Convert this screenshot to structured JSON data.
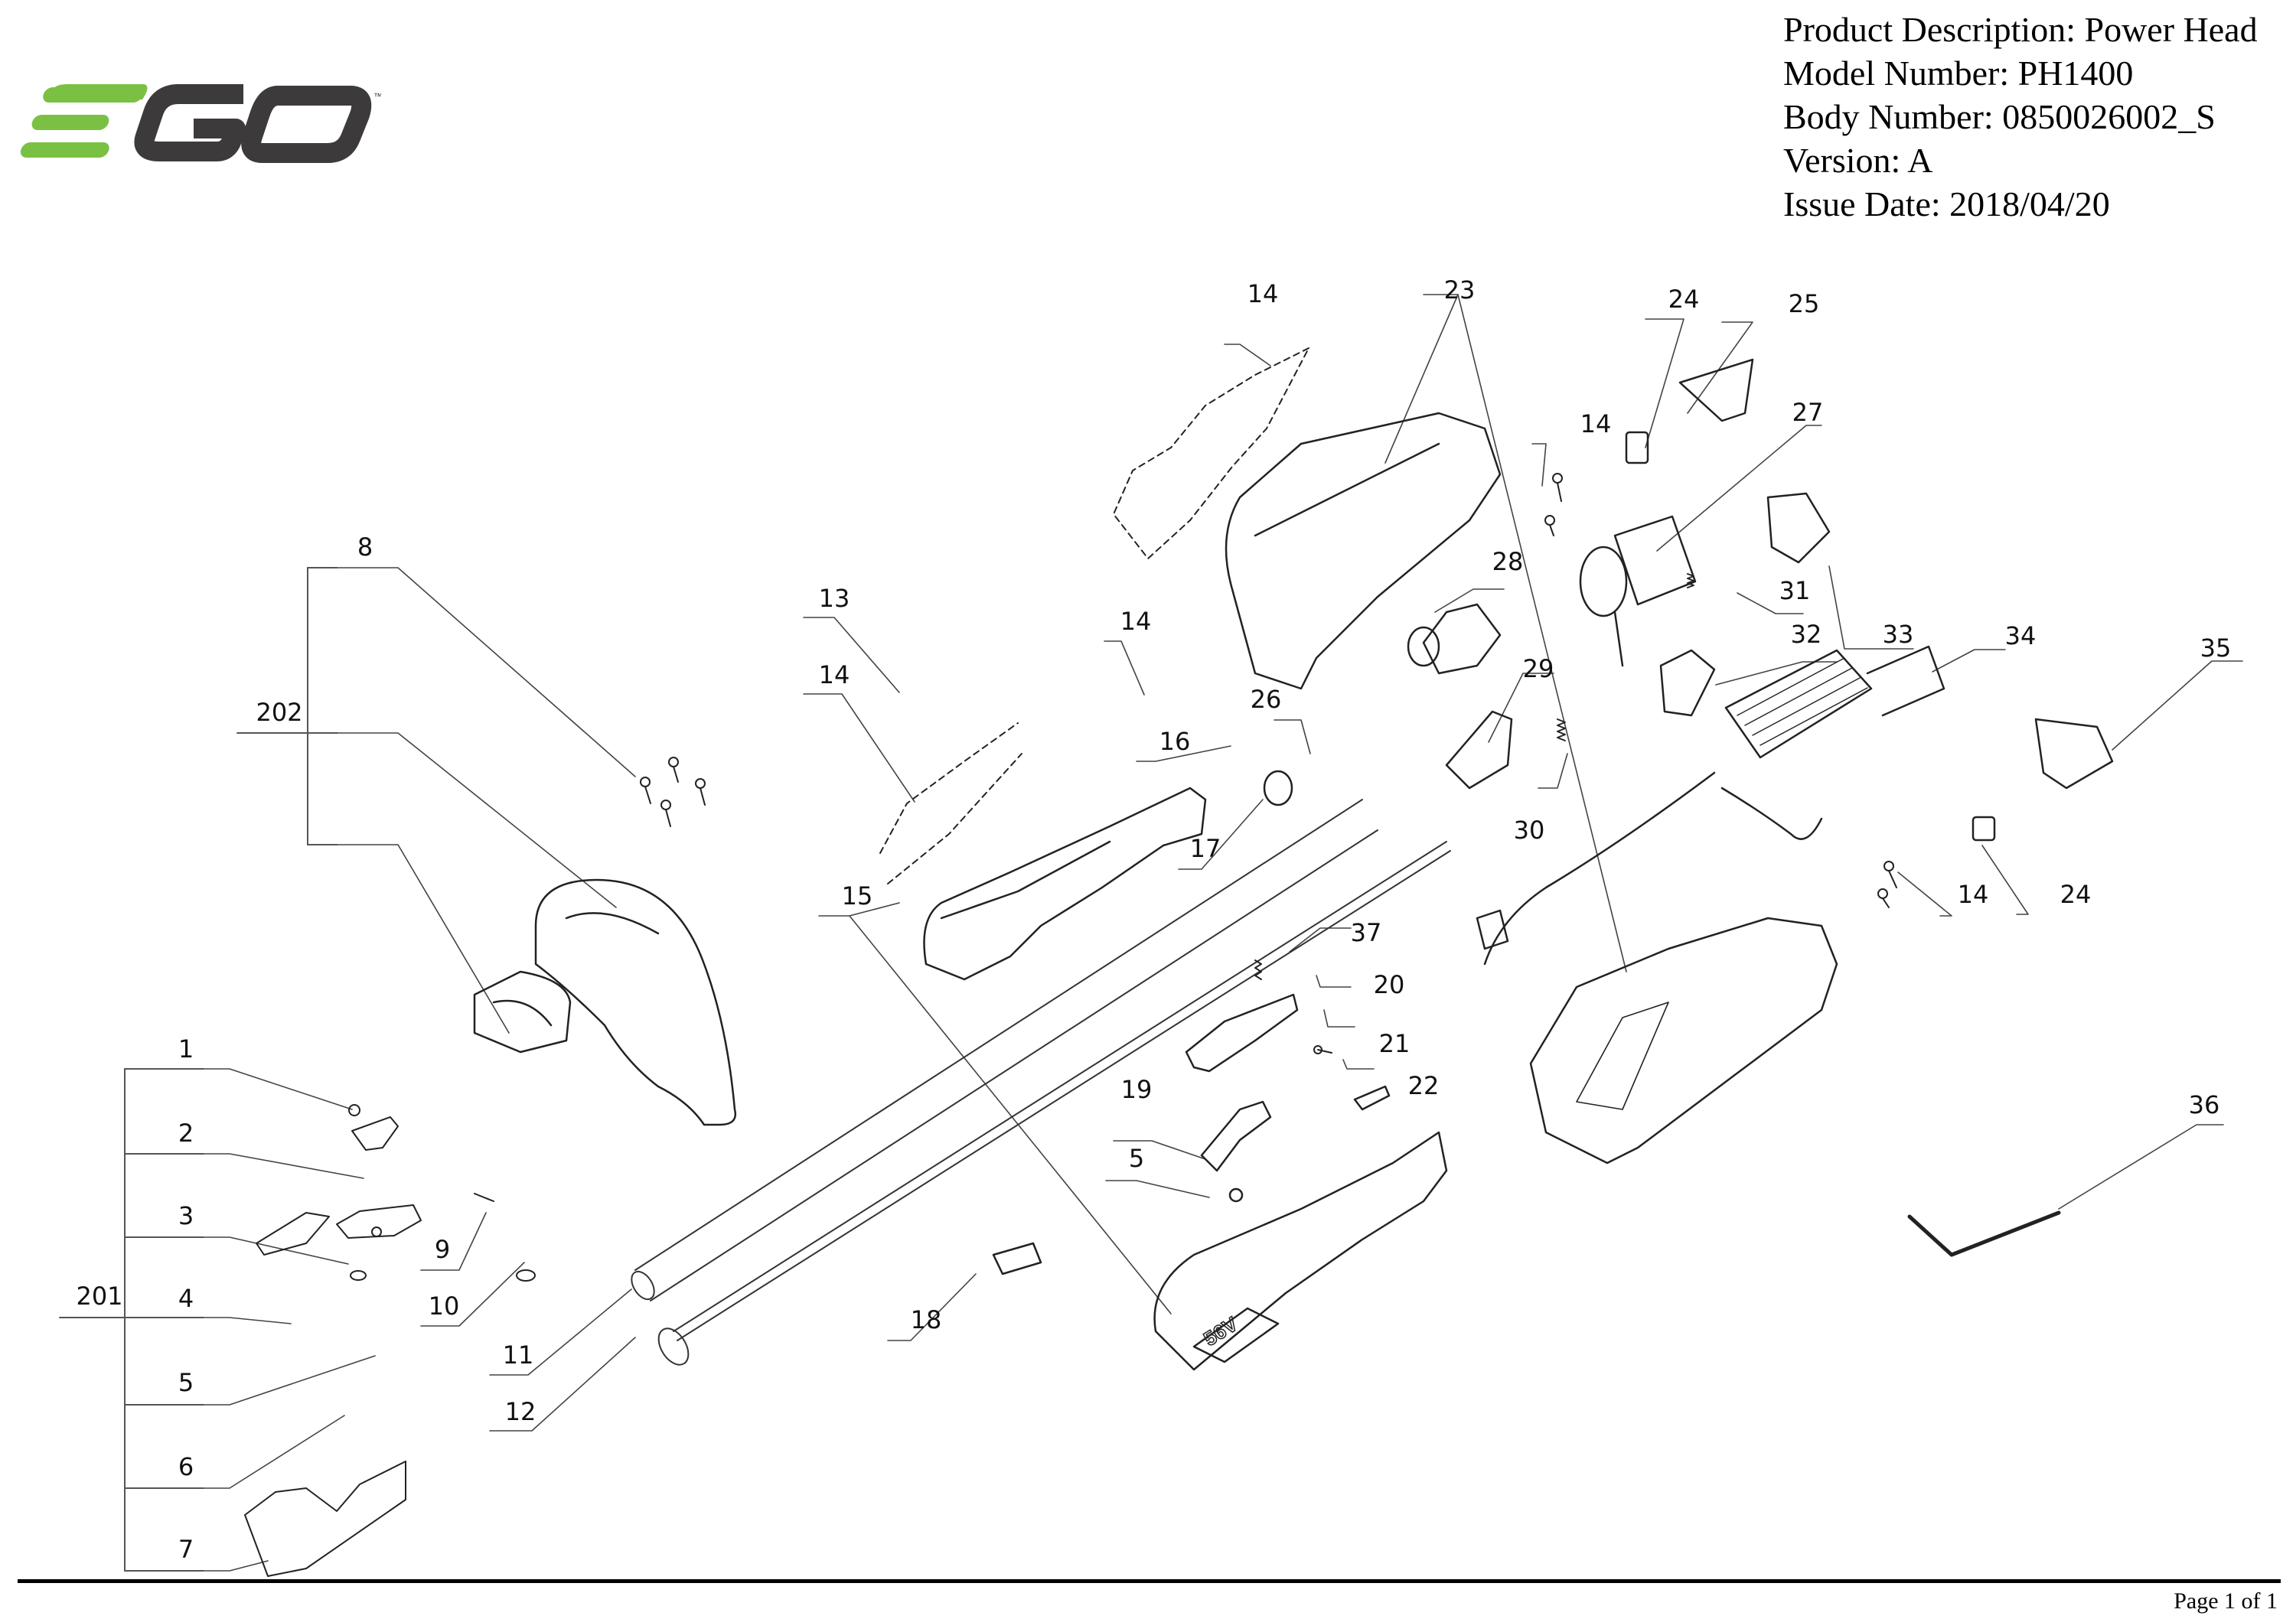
{
  "brand": {
    "logo_text": "EGO",
    "trademark": "™",
    "colors": {
      "green": "#7ac143",
      "dark": "#3d3a3b"
    }
  },
  "header": {
    "product_description": "Product Description: Power Head",
    "model_number": "Model Number: PH1400",
    "body_number": "Body Number: 0850026002_S",
    "version": "Version: A",
    "issue_date": "Issue Date: 2018/04/20"
  },
  "diagram": {
    "title": "Exploded parts diagram",
    "callouts": [
      {
        "id": "c201",
        "label": "201"
      },
      {
        "id": "c202",
        "label": "202"
      },
      {
        "id": "c1",
        "label": "1"
      },
      {
        "id": "c2",
        "label": "2"
      },
      {
        "id": "c3",
        "label": "3"
      },
      {
        "id": "c4",
        "label": "4"
      },
      {
        "id": "c5a",
        "label": "5"
      },
      {
        "id": "c6",
        "label": "6"
      },
      {
        "id": "c7",
        "label": "7"
      },
      {
        "id": "c8",
        "label": "8"
      },
      {
        "id": "c9",
        "label": "9"
      },
      {
        "id": "c10",
        "label": "10"
      },
      {
        "id": "c11",
        "label": "11"
      },
      {
        "id": "c12",
        "label": "12"
      },
      {
        "id": "c13",
        "label": "13"
      },
      {
        "id": "c14a",
        "label": "14"
      },
      {
        "id": "c14b",
        "label": "14"
      },
      {
        "id": "c14c",
        "label": "14"
      },
      {
        "id": "c14d",
        "label": "14"
      },
      {
        "id": "c14e",
        "label": "14"
      },
      {
        "id": "c15",
        "label": "15"
      },
      {
        "id": "c16",
        "label": "16"
      },
      {
        "id": "c17",
        "label": "17"
      },
      {
        "id": "c18",
        "label": "18"
      },
      {
        "id": "c19",
        "label": "19"
      },
      {
        "id": "c20",
        "label": "20"
      },
      {
        "id": "c21",
        "label": "21"
      },
      {
        "id": "c22",
        "label": "22"
      },
      {
        "id": "c23",
        "label": "23"
      },
      {
        "id": "c24a",
        "label": "24"
      },
      {
        "id": "c24b",
        "label": "24"
      },
      {
        "id": "c25",
        "label": "25"
      },
      {
        "id": "c26",
        "label": "26"
      },
      {
        "id": "c27",
        "label": "27"
      },
      {
        "id": "c28",
        "label": "28"
      },
      {
        "id": "c29",
        "label": "29"
      },
      {
        "id": "c30",
        "label": "30"
      },
      {
        "id": "c31",
        "label": "31"
      },
      {
        "id": "c32",
        "label": "32"
      },
      {
        "id": "c33",
        "label": "33"
      },
      {
        "id": "c34",
        "label": "34"
      },
      {
        "id": "c35",
        "label": "35"
      },
      {
        "id": "c36",
        "label": "36"
      },
      {
        "id": "c37",
        "label": "37"
      },
      {
        "id": "c5b",
        "label": "5"
      }
    ],
    "housing_badge": "56V"
  },
  "footer": {
    "page": "Page 1 of 1"
  }
}
